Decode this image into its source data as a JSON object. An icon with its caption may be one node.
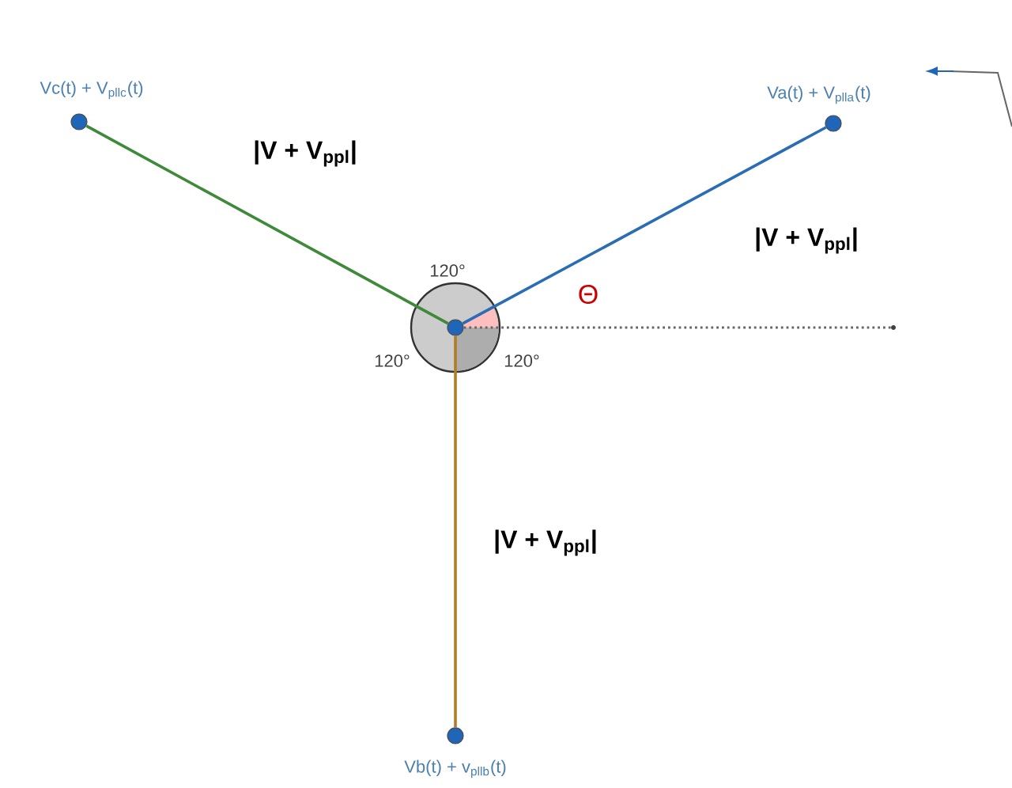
{
  "diagram": {
    "nodes": [
      {
        "text": [],
        "shape": "circle"
      },
      {
        "text": [
          "Vc(t) + V$_{pllc}$(t)"
        ]
      },
      {
        "text": [
          "Va(t) + V$_{plla}$(t)"
        ]
      },
      {
        "text": [
          "Vb(t) + v$_{pllb}$(t)"
        ]
      },
      {
        "text": [],
        "shape": "circle"
      }
    ],
    "edges": [
      {
        "from": 0,
        "to": 1,
        "arrow": "none",
        "label": "|V + V$_{ppl}$|",
        "color": "#3f8a3a"
      },
      {
        "from": 0,
        "to": 2,
        "arrow": "none",
        "label": "|V + V$_{ppl}$|",
        "color": "#2a6db5"
      },
      {
        "from": 0,
        "to": 3,
        "arrow": "none",
        "label": "|V + V$_{ppl}$|",
        "color": "#b07d24"
      },
      {
        "from": 0,
        "to": 4,
        "arrow": "none",
        "style": "dashed",
        "color": "#666666"
      }
    ],
    "labels": [
      "120°",
      "120°",
      "120°",
      "Θ"
    ]
  }
}
